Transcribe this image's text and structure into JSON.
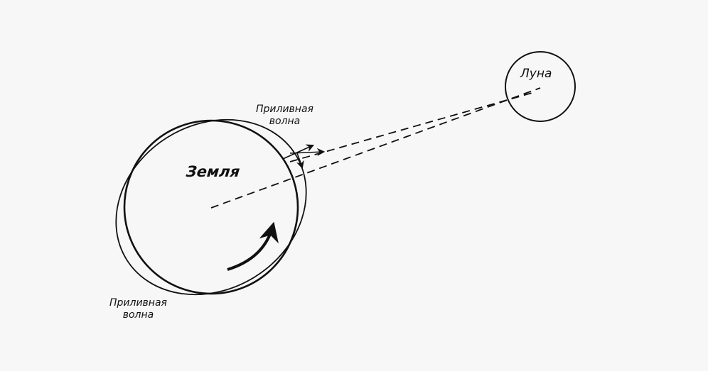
{
  "diagram": {
    "earth_label": "Земля",
    "moon_label": "Луна",
    "tidal_wave_top": {
      "line1": "Приливная",
      "line2": "волна"
    },
    "tidal_wave_bottom": {
      "line1": "Приливная",
      "line2": "волна"
    },
    "colors": {
      "background": "#f7f7f7",
      "ink": "#111111"
    }
  }
}
